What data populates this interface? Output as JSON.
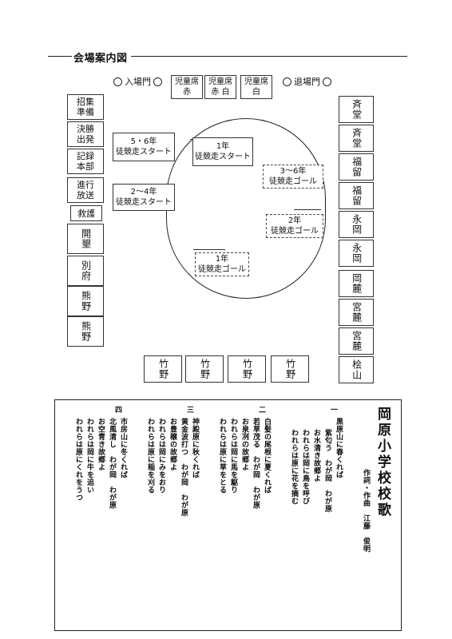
{
  "page_title": "会場案内図",
  "gates": {
    "entrance": "入場門",
    "exit": "退場門"
  },
  "seats": [
    {
      "line1": "児童席",
      "line2": "赤"
    },
    {
      "line1": "児童席",
      "line2": "赤 白"
    },
    {
      "line1": "児童席",
      "line2": "白"
    }
  ],
  "left_column": [
    "招集\n準備",
    "決勝\n出発",
    "記録\n本部",
    "進行\n放送",
    "救護",
    "開墾",
    "別府",
    "熊野",
    "熊野"
  ],
  "right_column": [
    "斉堂",
    "斉堂",
    "福留",
    "福留",
    "永岡",
    "永岡",
    "岡麓",
    "宮麓",
    "宮麓",
    "桧山"
  ],
  "bottom_row": [
    "竹野",
    "竹野",
    "竹野",
    "竹野"
  ],
  "track_labels": {
    "start_56": [
      "5・6年",
      "徒競走スタート"
    ],
    "start_24": [
      "2〜4年",
      "徒競走スタート"
    ],
    "start_1": [
      "1年",
      "徒競走スタート"
    ],
    "goal_36": [
      "3〜6年",
      "徒競走ゴール"
    ],
    "goal_2": [
      "2年",
      "徒競走ゴール"
    ],
    "goal_1": [
      "1年",
      "徒競走ゴール"
    ]
  },
  "anthem": {
    "title": "岡原小学校校歌",
    "credit": "作詞・作曲　江藤　俊明",
    "verses": [
      {
        "num": "一",
        "lines": [
          "黒原山に春くれば",
          "紫匂う　わが岡　わが原",
          "お水清き故郷よ",
          "われらは岡に鳥を呼び",
          "われらは原に花を摘む"
        ]
      },
      {
        "num": "二",
        "lines": [
          "白髪の尾根に夏くれば",
          "若草茂る　わが岡　わが原",
          "お泉冽の故郷よ",
          "われらは岡に馬を駆り",
          "われらは原に草をとる"
        ]
      },
      {
        "num": "三",
        "lines": [
          "神殿原に秋くれば",
          "黄金波打つ　わが岡　わが原",
          "お豊穣の故郷よ",
          "われらは岡にみをおり",
          "われらは原に稲を刈る"
        ]
      },
      {
        "num": "四",
        "lines": [
          "市房山に冬くれば",
          "北風清し　わが岡　わが原",
          "お空青き故郷よ",
          "われらは岡に牛を追い",
          "われらは原にくれをうつ"
        ]
      }
    ]
  }
}
